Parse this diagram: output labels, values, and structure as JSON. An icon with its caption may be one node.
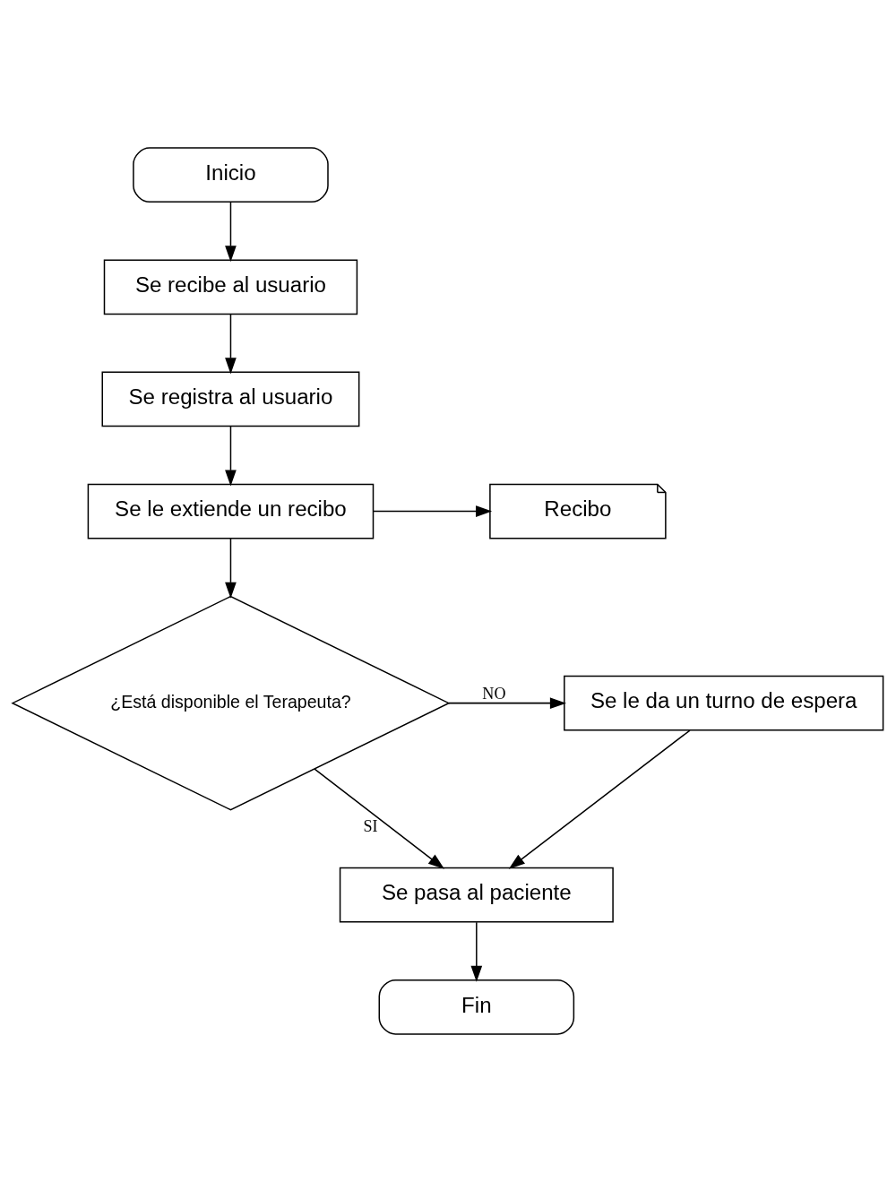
{
  "diagram": {
    "nodes": [
      {
        "text": [
          "Inicio"
        ]
      },
      {
        "text": [
          "Se recibe al usuario"
        ]
      },
      {
        "text": [
          "Se registra al usuario"
        ]
      },
      {
        "text": [
          "Se le extiende un recibo"
        ]
      },
      {
        "text": [
          "Recibo"
        ]
      },
      {
        "text": [
          "¿Está disponible el Terapeuta?"
        ]
      },
      {
        "text": [
          "Se le da un turno de espera"
        ]
      },
      {
        "text": [
          "Se pasa al paciente"
        ]
      },
      {
        "text": [
          "Fin"
        ]
      }
    ],
    "edges": [
      {
        "from": 0,
        "to": 1,
        "arrow": "to"
      },
      {
        "from": 1,
        "to": 2,
        "arrow": "to"
      },
      {
        "from": 2,
        "to": 3,
        "arrow": "to"
      },
      {
        "from": 3,
        "to": 4,
        "arrow": "to"
      },
      {
        "from": 3,
        "to": 5,
        "arrow": "to"
      },
      {
        "from": 5,
        "to": 6,
        "label": "NO",
        "arrow": "to"
      },
      {
        "from": 5,
        "to": 7,
        "label": "SI",
        "arrow": "to"
      },
      {
        "from": 6,
        "to": 7,
        "arrow": "to"
      },
      {
        "from": 7,
        "to": 8,
        "arrow": "to"
      }
    ]
  }
}
